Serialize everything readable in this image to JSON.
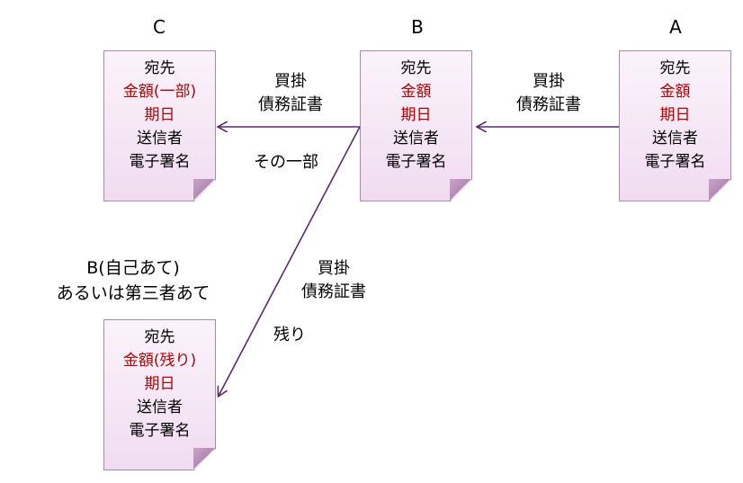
{
  "nodes": {
    "c": "C",
    "b": "B",
    "a": "A"
  },
  "docs": {
    "c": {
      "to": "宛先",
      "amount": "金額(一部)",
      "date": "期日",
      "sender": "送信者",
      "signature": "電子署名"
    },
    "b": {
      "to": "宛先",
      "amount": "金額",
      "date": "期日",
      "sender": "送信者",
      "signature": "電子署名"
    },
    "a": {
      "to": "宛先",
      "amount": "金額",
      "date": "期日",
      "sender": "送信者",
      "signature": "電子署名"
    },
    "bottom": {
      "to": "宛先",
      "amount": "金額(残り)",
      "date": "期日",
      "sender": "送信者",
      "signature": "電子署名"
    }
  },
  "labels": {
    "a_to_b_line1": "買掛",
    "a_to_b_line2": "債務証書",
    "b_to_c_line1": "買掛",
    "b_to_c_line2": "債務証書",
    "b_to_c_note": "その一部",
    "b_to_bottom_line1": "買掛",
    "b_to_bottom_line2": "債務証書",
    "b_to_bottom_note": "残り",
    "bottom_recipient_line1": "B(自己あて)",
    "bottom_recipient_line2": "あるいは第三者あて"
  },
  "colors": {
    "arrow": "#5a2a6a",
    "highlight_text": "#b00000",
    "doc_fill": "#f0dcf0"
  }
}
